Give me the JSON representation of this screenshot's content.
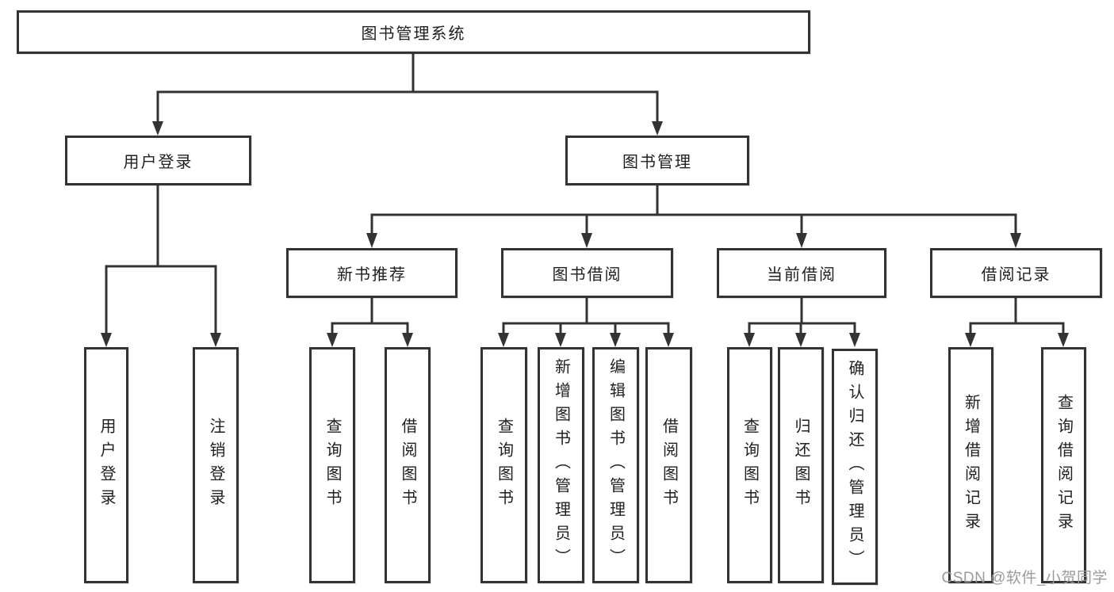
{
  "diagram": {
    "root": {
      "label": "图书管理系统"
    },
    "branches": [
      {
        "label": "用户登录",
        "children": [
          {
            "label": "用户登录"
          },
          {
            "label": "注销登录"
          }
        ]
      },
      {
        "label": "图书管理",
        "children": [
          {
            "label": "新书推荐",
            "children": [
              {
                "label": "查询图书"
              },
              {
                "label": "借阅图书"
              }
            ]
          },
          {
            "label": "图书借阅",
            "children": [
              {
                "label": "查询图书"
              },
              {
                "label": "新增图书（管理员）"
              },
              {
                "label": "编辑图书（管理员）"
              },
              {
                "label": "借阅图书"
              }
            ]
          },
          {
            "label": "当前借阅",
            "children": [
              {
                "label": "查询图书"
              },
              {
                "label": "归还图书"
              },
              {
                "label": "确认归还（管理员）"
              }
            ]
          },
          {
            "label": "借阅记录",
            "children": [
              {
                "label": "新增借阅记录"
              },
              {
                "label": "查询借阅记录"
              }
            ]
          }
        ]
      }
    ],
    "watermark": "CSDN @软件_小贺同学"
  },
  "colors": {
    "line": "#333333",
    "text": "#1f1f1f",
    "watermark": "#9b9b9b",
    "background": "#ffffff"
  }
}
